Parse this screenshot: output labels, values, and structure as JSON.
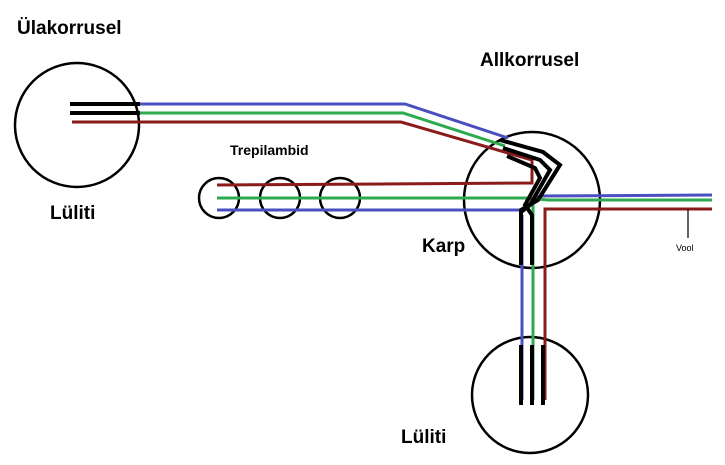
{
  "labels": {
    "top_carousel": "Ülakorrusel",
    "bottom_carousel": "Allkorrusel",
    "stair_lamps": "Trepilambid",
    "switch_top": "Lüliti",
    "switch_bottom": "Lüliti",
    "box": "Karp",
    "power": "Vool"
  },
  "colors": {
    "blue": "#4a4fc0",
    "green": "#2eaa4e",
    "red": "#8b1a1a",
    "black": "#000000"
  }
}
